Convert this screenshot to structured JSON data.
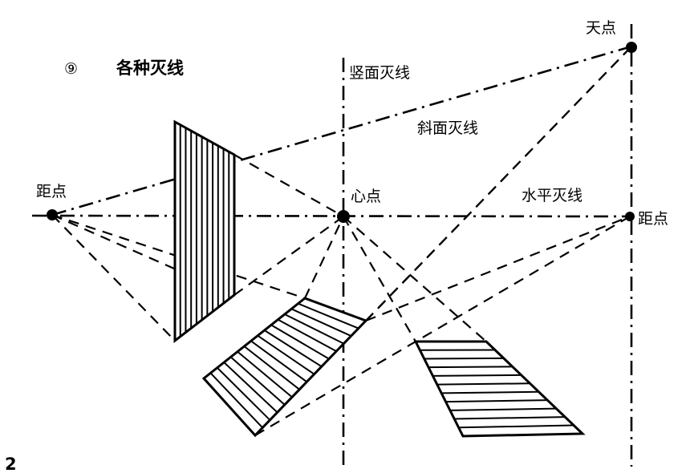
{
  "figure": {
    "number": "⑨",
    "title": "各种灭线",
    "page_number": "2"
  },
  "labels": {
    "vertical_vanishing_line": "竖面灭线",
    "inclined_vanishing_line": "斜面灭线",
    "horizontal_vanishing_line": "水平灭线",
    "center_point": "心点",
    "distance_point_left": "距点",
    "distance_point_right": "距点",
    "sky_point": "天点"
  },
  "colors": {
    "ink": "#000000",
    "paper": "#ffffff"
  }
}
